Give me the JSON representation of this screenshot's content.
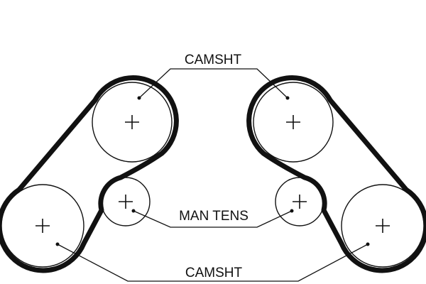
{
  "labels": {
    "camshaft_top": "CAMSHT",
    "tensioner": "MAN TENS",
    "camshaft_bottom": "CAMSHT"
  },
  "colors": {
    "line": "#111111",
    "background": "#ffffff"
  },
  "icons": {
    "pulley_center": "plus-mark"
  }
}
